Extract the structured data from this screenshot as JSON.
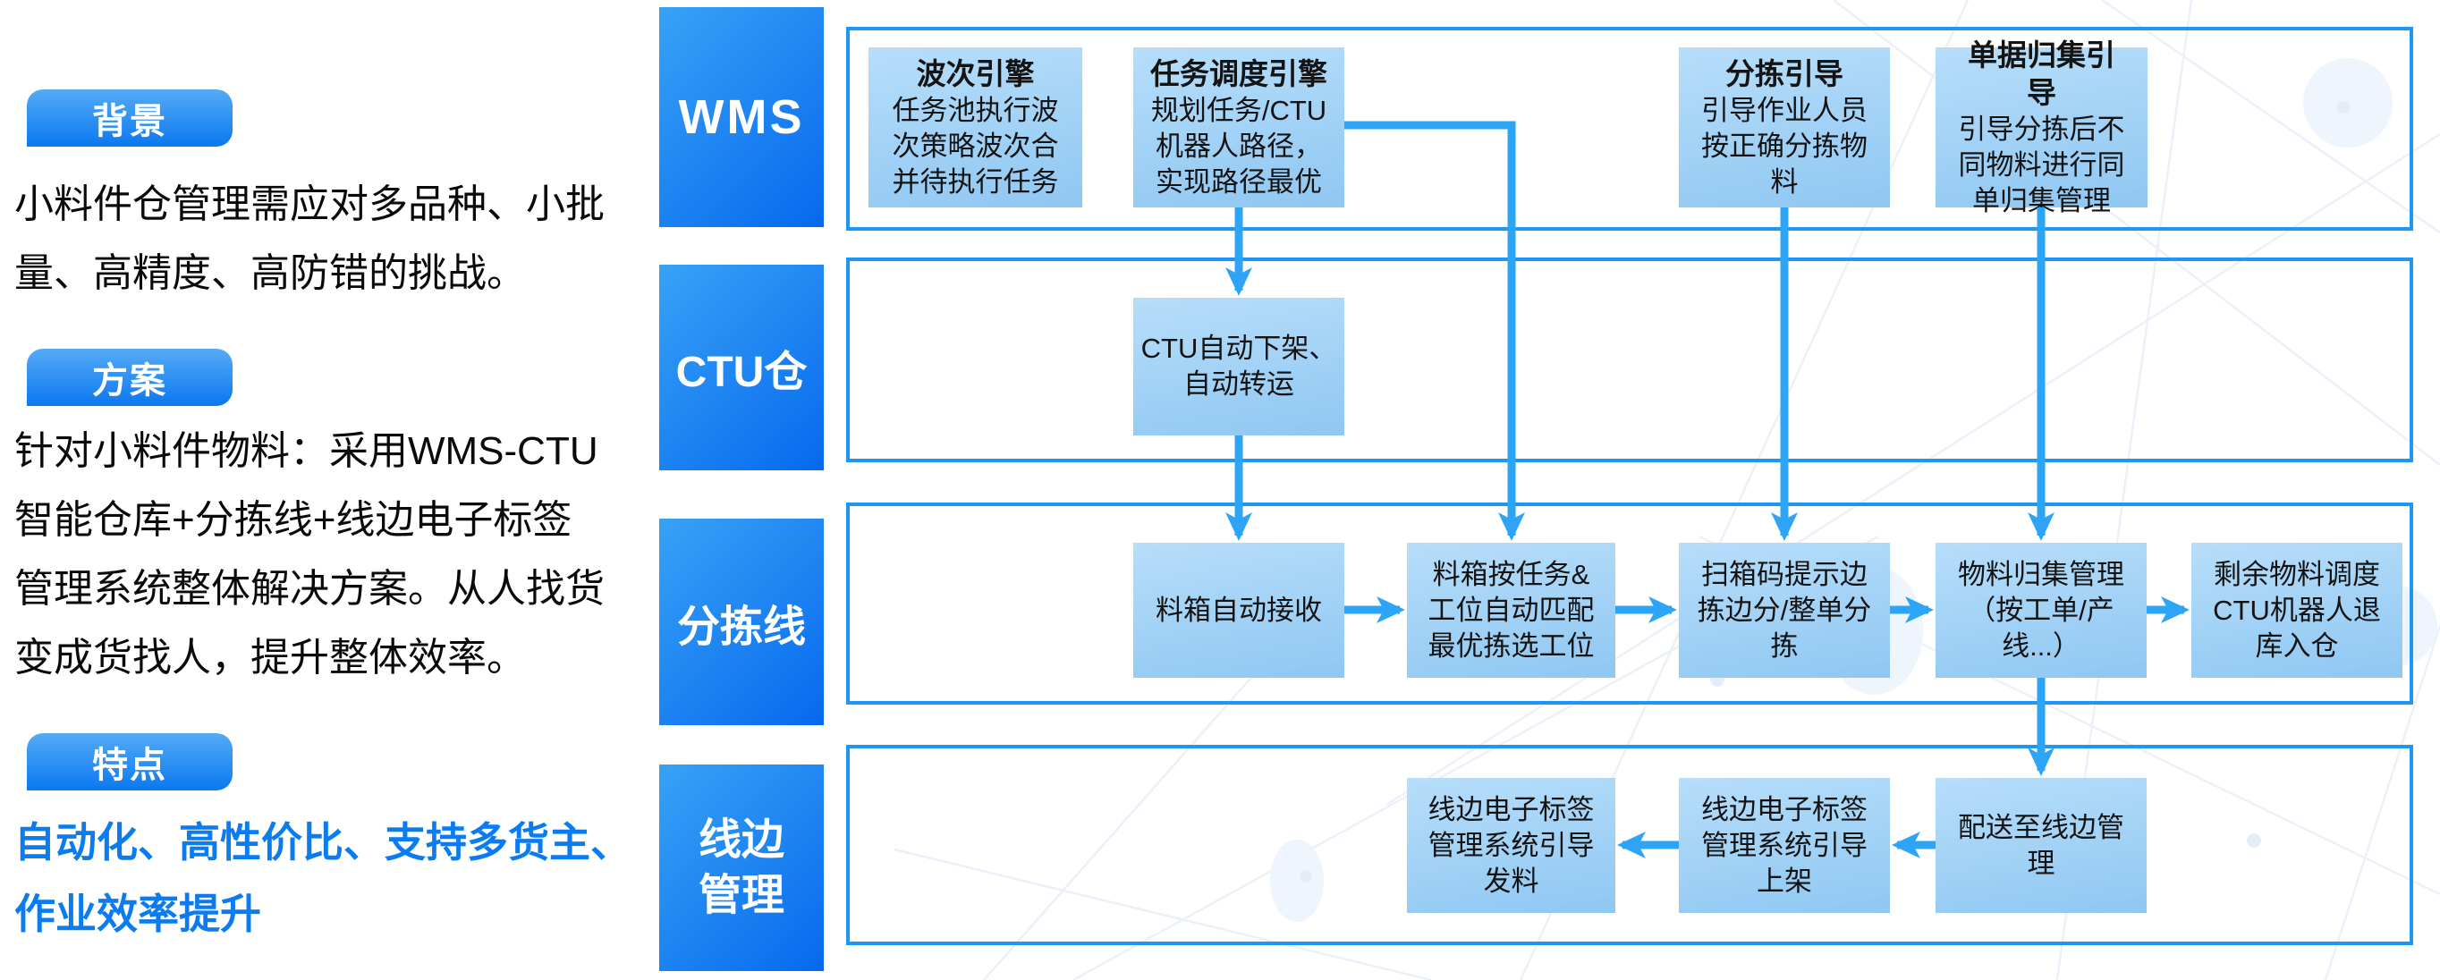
{
  "left_panel": {
    "sections": [
      {
        "badge": "背景",
        "text": "小料件仓管理需应对多品种、小批量、高精度、高防错的挑战。"
      },
      {
        "badge": "方案",
        "text": "针对小料件物料：采用WMS-CTU智能仓库+分拣线+线边电子标签管理系统整体解决方案。从人找货变成货找人，提升整体效率。"
      },
      {
        "badge": "特点",
        "text": "自动化、高性价比、支持多货主、作业效率提升"
      }
    ]
  },
  "diagram": {
    "rows": [
      {
        "label": "WMS"
      },
      {
        "label": "CTU仓"
      },
      {
        "label": "分拣线"
      },
      {
        "label": "线边管理"
      }
    ],
    "boxes": [
      {
        "title": "波次引擎",
        "body": "任务池执行波次策略波次合并待执行任务"
      },
      {
        "title": "任务调度引擎",
        "body": "规划任务/CTU机器人路径，实现路径最优"
      },
      {
        "title": "分拣引导",
        "body": "引导作业人员按正确分拣物料"
      },
      {
        "title": "单据归集引导",
        "body": "引导分拣后不同物料进行同单归集管理"
      },
      {
        "body": "CTU自动下架、自动转运"
      },
      {
        "body": "料箱自动接收"
      },
      {
        "body": "料箱按任务&工位自动匹配最优拣选工位"
      },
      {
        "body": "扫箱码提示边拣边分/整单分拣"
      },
      {
        "body": "物料归集管理（按工单/产线...）"
      },
      {
        "body": "剩余物料调度CTU机器人退库入仓"
      },
      {
        "body": "线边电子标签管理系统引导发料"
      },
      {
        "body": "线边电子标签管理系统引导上架"
      },
      {
        "body": "配送至线边管理"
      }
    ]
  },
  "colors": {
    "arrow": "#2ea4f7",
    "frame_border": "#1e96f5",
    "row_label_gradient": [
      "#38a2f6",
      "#0669ee"
    ],
    "badge_gradient": [
      "#55abf6",
      "#0b78f0"
    ],
    "node_gradient": [
      "#b7defa",
      "#8fc7f2"
    ],
    "feature_text": "#0b7cf0"
  }
}
